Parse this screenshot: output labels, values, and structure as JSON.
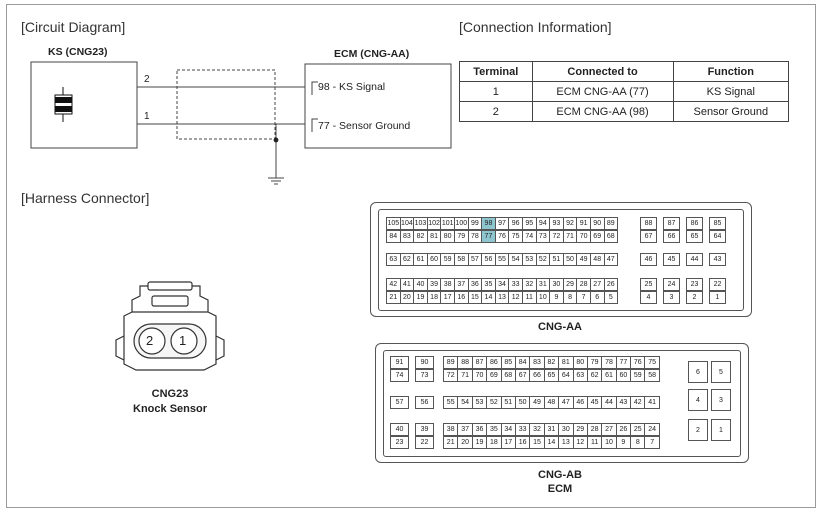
{
  "sections": {
    "circuit": "[Circuit Diagram]",
    "connection": "[Connection Information]",
    "harness": "[Harness Connector]"
  },
  "circuit": {
    "ks_label": "KS (CNG23)",
    "ecm_label": "ECM (CNG-AA)",
    "pin_top": "2",
    "pin_bottom": "1",
    "term_top": "98 - KS Signal",
    "term_bottom": "77 - Sensor Ground"
  },
  "table": {
    "headers": [
      "Terminal",
      "Connected to",
      "Function"
    ],
    "rows": [
      [
        "1",
        "ECM CNG-AA (77)",
        "KS Signal"
      ],
      [
        "2",
        "ECM CNG-AA (98)",
        "Sensor Ground"
      ]
    ]
  },
  "knock_sensor": {
    "pins": [
      "2",
      "1"
    ],
    "caption_line1": "CNG23",
    "caption_line2": "Knock Sensor"
  },
  "cng_aa": {
    "caption": "CNG-AA",
    "highlight_color": "#8ec6cf",
    "highlighted": [
      "98",
      "77"
    ],
    "rows": [
      [
        "105",
        "104",
        "103",
        "102",
        "101",
        "100",
        "99",
        "98",
        "97",
        "96",
        "95",
        "94",
        "93",
        "92",
        "91",
        "90",
        "89"
      ],
      [
        "84",
        "83",
        "82",
        "81",
        "80",
        "79",
        "78",
        "77",
        "76",
        "75",
        "74",
        "73",
        "72",
        "71",
        "70",
        "69",
        "68"
      ],
      [
        "63",
        "62",
        "61",
        "60",
        "59",
        "58",
        "57",
        "56",
        "55",
        "54",
        "53",
        "52",
        "51",
        "50",
        "49",
        "48",
        "47"
      ],
      [
        "42",
        "41",
        "40",
        "39",
        "38",
        "37",
        "36",
        "35",
        "34",
        "33",
        "32",
        "31",
        "30",
        "29",
        "28",
        "27",
        "26"
      ],
      [
        "21",
        "20",
        "19",
        "18",
        "17",
        "16",
        "15",
        "14",
        "13",
        "12",
        "11",
        "10",
        "9",
        "8",
        "7",
        "6",
        "5"
      ]
    ],
    "side_rows": [
      [
        "88",
        "87",
        "86",
        "85"
      ],
      [
        "67",
        "66",
        "65",
        "64"
      ],
      [
        "46",
        "45",
        "44",
        "43"
      ],
      [
        "25",
        "24",
        "23",
        "22"
      ],
      [
        "4",
        "3",
        "2",
        "1"
      ]
    ]
  },
  "cng_ab": {
    "caption_line1": "CNG-AB",
    "caption_line2": "ECM",
    "left_rows": [
      [
        "91",
        "90"
      ],
      [
        "74",
        "73"
      ],
      [
        "57",
        "56"
      ],
      [
        "40",
        "39"
      ],
      [
        "23",
        "22"
      ]
    ],
    "main_rows": [
      [
        "89",
        "88",
        "87",
        "86",
        "85",
        "84",
        "83",
        "82",
        "81",
        "80",
        "79",
        "78",
        "77",
        "76",
        "75"
      ],
      [
        "72",
        "71",
        "70",
        "69",
        "68",
        "67",
        "66",
        "65",
        "64",
        "63",
        "62",
        "61",
        "60",
        "59",
        "58"
      ],
      [
        "55",
        "54",
        "53",
        "52",
        "51",
        "50",
        "49",
        "48",
        "47",
        "46",
        "45",
        "44",
        "43",
        "42",
        "41"
      ],
      [
        "38",
        "37",
        "36",
        "35",
        "34",
        "33",
        "32",
        "31",
        "30",
        "29",
        "28",
        "27",
        "26",
        "25",
        "24"
      ],
      [
        "21",
        "20",
        "19",
        "18",
        "17",
        "16",
        "15",
        "14",
        "13",
        "12",
        "11",
        "10",
        "9",
        "8",
        "7"
      ]
    ],
    "side_rows": [
      [
        "6",
        "5"
      ],
      [
        "4",
        "3"
      ],
      [
        "2",
        "1"
      ]
    ]
  }
}
